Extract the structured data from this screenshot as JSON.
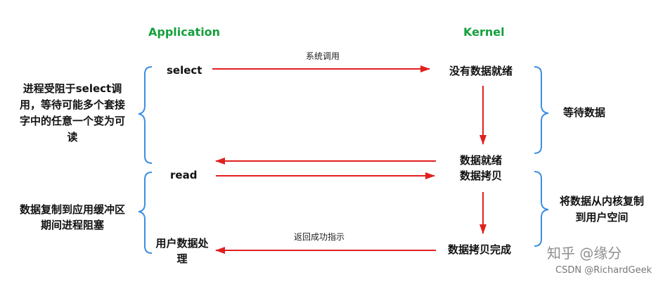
{
  "headers": {
    "application": "Application",
    "kernel": "Kernel"
  },
  "app_steps": {
    "select": "select",
    "read": "read",
    "process": "用户数据处理"
  },
  "kernel_steps": {
    "no_data": "没有数据就绪",
    "data_ready": "数据就绪",
    "data_copy": "数据拷贝",
    "copy_done": "数据拷贝完成"
  },
  "arrows": {
    "syscall": "系统调用",
    "return_success": "返回成功指示"
  },
  "left_notes": {
    "blocked": "进程受阻于select调用，等待可能多个套接字中的任意一个变为可读",
    "copy_blocked": "数据复制到应用缓冲区期间进程阻塞"
  },
  "right_notes": {
    "waiting": "等待数据",
    "copy_phase": "将数据从内核复制到用户空间"
  },
  "watermarks": {
    "zhihu": "知乎 @缘分",
    "csdn": "CSDN @RichardGeek"
  },
  "colors": {
    "arrow": "#e02020",
    "brace": "#3d8fe0",
    "header": "#14a03c"
  }
}
